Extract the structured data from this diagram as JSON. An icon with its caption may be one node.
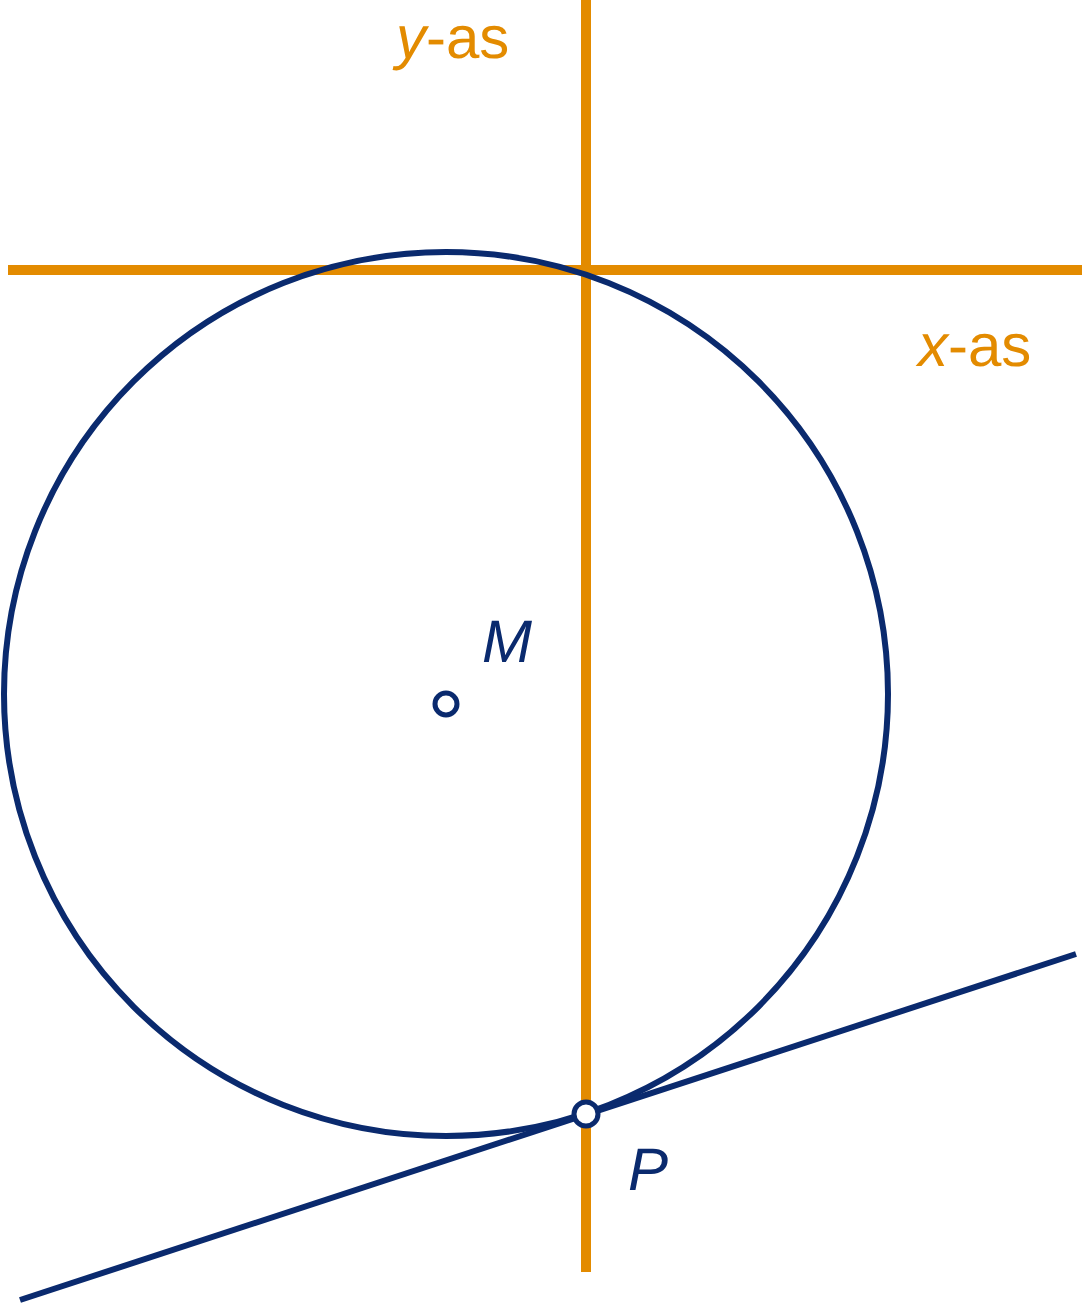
{
  "diagram": {
    "labels": [
      "*y*-as",
      "*x*-as",
      "M",
      "P"
    ]
  }
}
